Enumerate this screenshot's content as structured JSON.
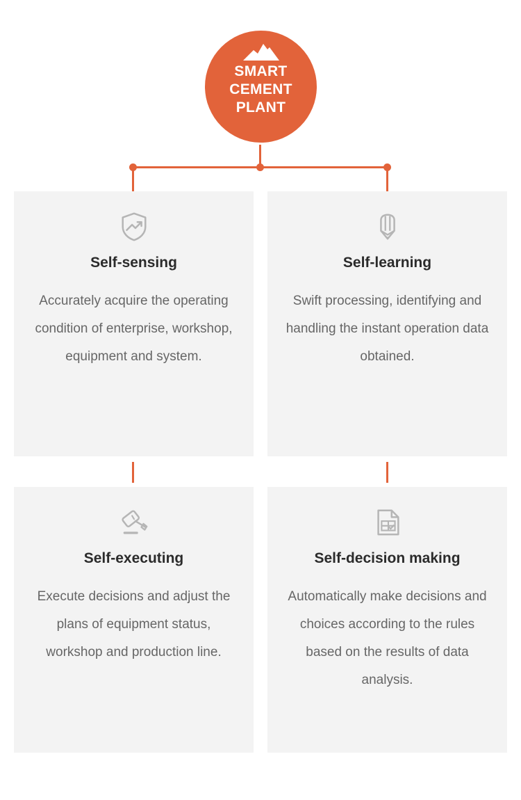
{
  "hub": {
    "title": "SMART\nCEMENT\nPLANT",
    "title_lines": [
      "SMART",
      "CEMENT",
      "PLANT"
    ],
    "icon": "mountain-icon",
    "color": "#e2633a",
    "text_color": "#ffffff"
  },
  "theme": {
    "accent": "#e2633a",
    "card_bg": "#f3f3f3",
    "page_bg": "#ffffff",
    "title_color": "#2b2b2b",
    "body_color": "#666666",
    "icon_color": "#b5b5b5"
  },
  "connectors": {
    "dots": [
      "dot-left",
      "dot-center",
      "dot-right"
    ]
  },
  "cards": [
    {
      "id": "self-sensing",
      "icon": "shield-trend-icon",
      "title": "Self-sensing",
      "description": "Accurately acquire the operating condition of enterprise, workshop, equipment and system."
    },
    {
      "id": "self-learning",
      "icon": "pencil-tip-icon",
      "title": "Self-learning",
      "description": "Swift processing, identifying and handling the instant operation data obtained."
    },
    {
      "id": "self-executing",
      "icon": "gavel-icon",
      "title": "Self-executing",
      "description": "Execute decisions and adjust the plans of equipment status, workshop and production line."
    },
    {
      "id": "self-decision-making",
      "icon": "document-check-icon",
      "title": "Self-decision making",
      "description": "Automatically make decisions and choices according to the rules based on the results of data analysis."
    }
  ]
}
